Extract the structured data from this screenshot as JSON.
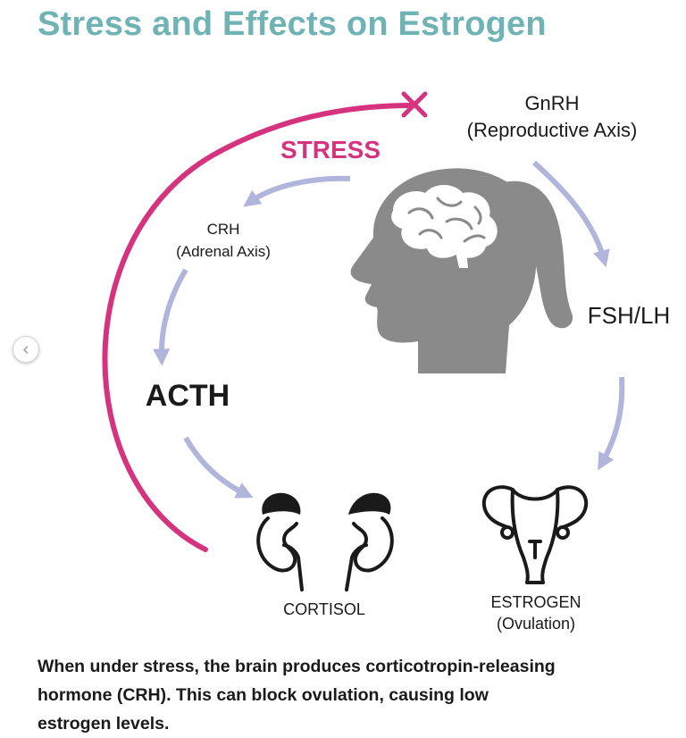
{
  "title": "Stress and Effects on Estrogen",
  "labels": {
    "gnrh_line1": "GnRH",
    "gnrh_line2": "(Reproductive Axis)",
    "stress": "STRESS",
    "crh_line1": "CRH",
    "crh_line2": "(Adrenal Axis)",
    "fsh_lh": "FSH/LH",
    "acth": "ACTH",
    "cortisol": "CORTISOL",
    "estrogen_line1": "ESTROGEN",
    "estrogen_line2": "(Ovulation)"
  },
  "caption": {
    "line1": "When under stress, the brain produces corticotropin-releasing",
    "line2": "hormone (CRH). This can block ovulation, causing low",
    "line3": "estrogen levels."
  },
  "nav": {
    "prev_glyph": "‹"
  },
  "colors": {
    "title": "#6fb3b5",
    "stress": "#d6337f",
    "arrow": "#b2b5db",
    "head": "#8a8a8a",
    "organ": "#1a1a1a"
  }
}
